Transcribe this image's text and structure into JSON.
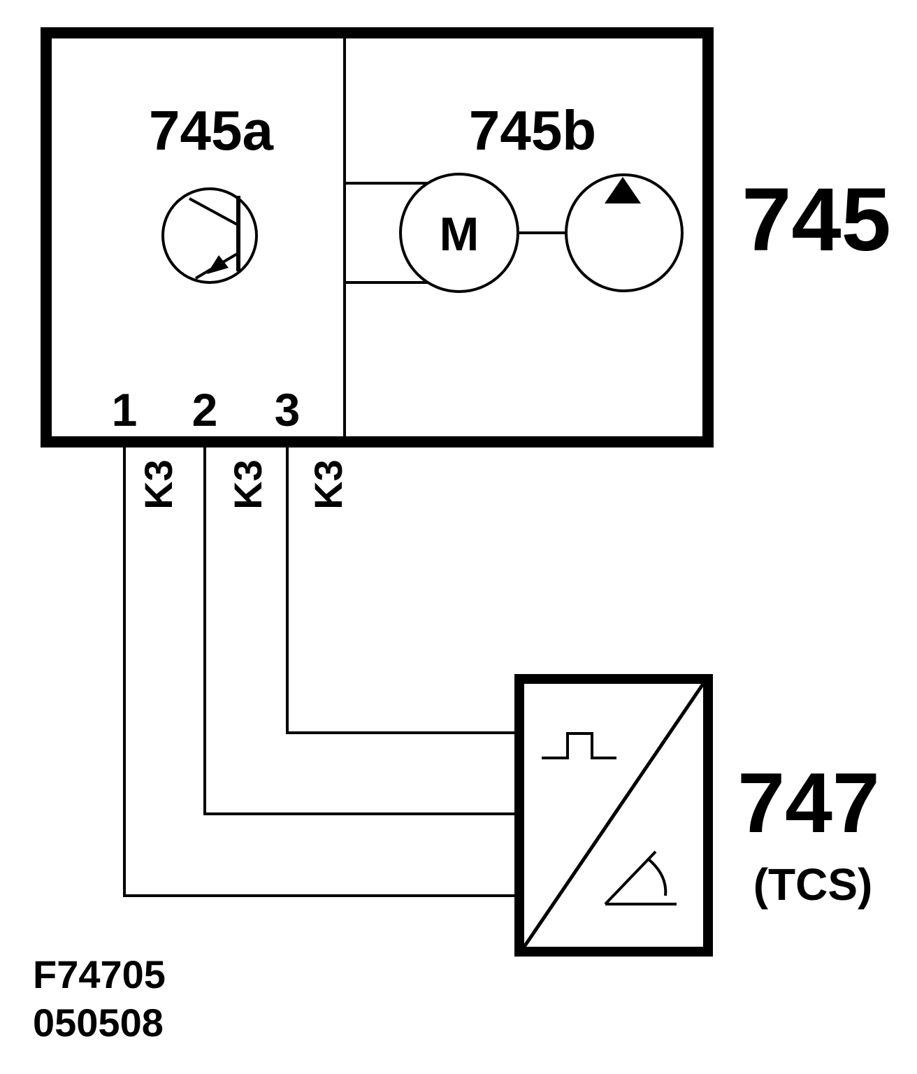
{
  "component_745": {
    "label": "745",
    "sub_a_label": "745a",
    "sub_b_label": "745b",
    "motor_symbol": "M",
    "terminals": [
      "1",
      "2",
      "3"
    ]
  },
  "wires": [
    "K3",
    "K3",
    "K3"
  ],
  "component_747": {
    "label": "747",
    "sublabel": "(TCS)"
  },
  "figure_id": "F74705",
  "figure_date": "050508",
  "colors": {
    "line": "#000000",
    "background": "#ffffff"
  }
}
